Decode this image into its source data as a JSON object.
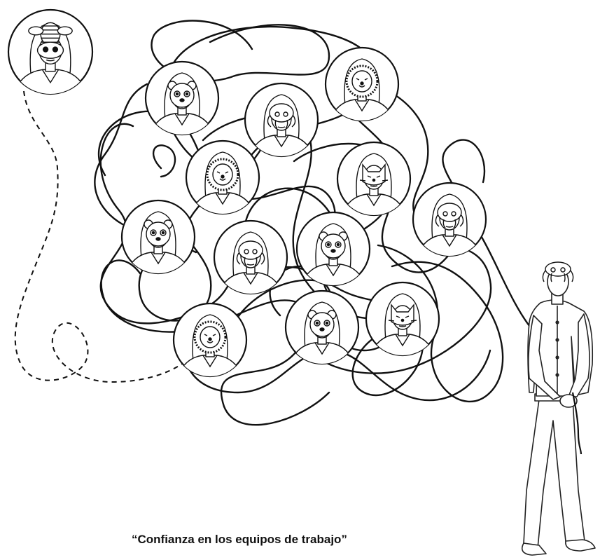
{
  "caption": "“Confianza en los equipos de trabajo”",
  "colors": {
    "ink": "#111111",
    "background": "#ffffff"
  },
  "portraits": [
    {
      "mask": "bee-mask",
      "connected": false
    },
    {
      "mask": "bear-mask",
      "connected": true
    },
    {
      "mask": "octopus-mask",
      "connected": true
    },
    {
      "mask": "lion-mask",
      "connected": true
    },
    {
      "mask": "lion-mask",
      "connected": true
    },
    {
      "mask": "cat-mask",
      "connected": true
    },
    {
      "mask": "octopus-mask",
      "connected": true
    },
    {
      "mask": "bear-mask",
      "connected": true
    },
    {
      "mask": "octopus-mask",
      "connected": true
    },
    {
      "mask": "bear-mask",
      "connected": true
    },
    {
      "mask": "lion-mask",
      "connected": true
    },
    {
      "mask": "bear-mask",
      "connected": true
    },
    {
      "mask": "cat-mask",
      "connected": true
    }
  ],
  "holder": {
    "mask": "octopus-mask"
  }
}
